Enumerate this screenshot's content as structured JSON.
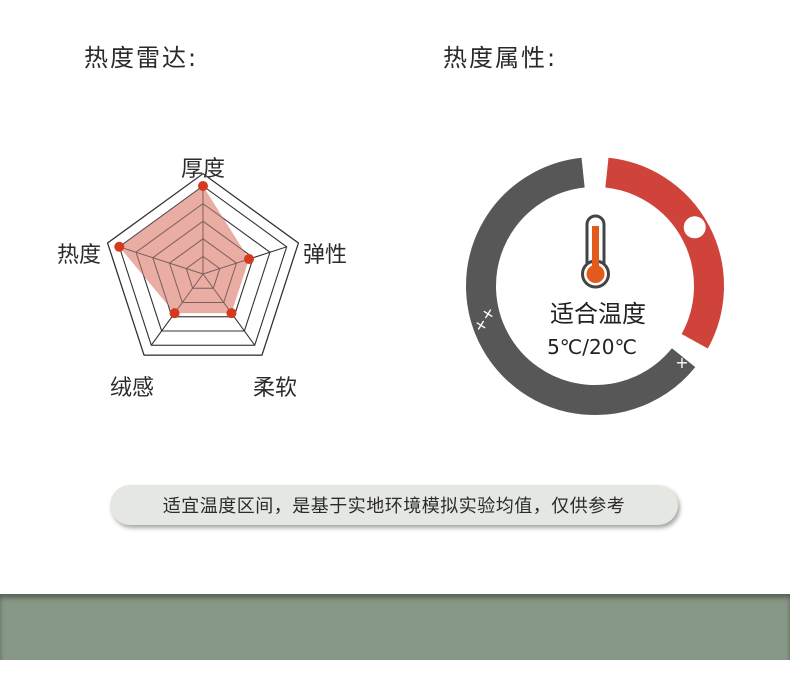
{
  "radar_section": {
    "title": "热度雷达:",
    "axes": [
      {
        "label": "厚度",
        "value": 1.0
      },
      {
        "label": "弹性",
        "value": 0.55
      },
      {
        "label": "柔软",
        "value": 0.55
      },
      {
        "label": "绒感",
        "value": 0.55
      },
      {
        "label": "热度",
        "value": 1.0
      }
    ],
    "fill_color": "#e8a49a",
    "point_color": "#d43a1e"
  },
  "attribute_section": {
    "title": "热度属性:",
    "label": "适合温度",
    "range": "5℃/20℃",
    "marks": {
      "left": "++",
      "bottom": "+"
    },
    "active_color": "#d0433a",
    "inactive_color": "#575757"
  },
  "note": "适宜温度区间，是基于实地环境模拟实验均值，仅供参考",
  "footer_color": "#889886"
}
